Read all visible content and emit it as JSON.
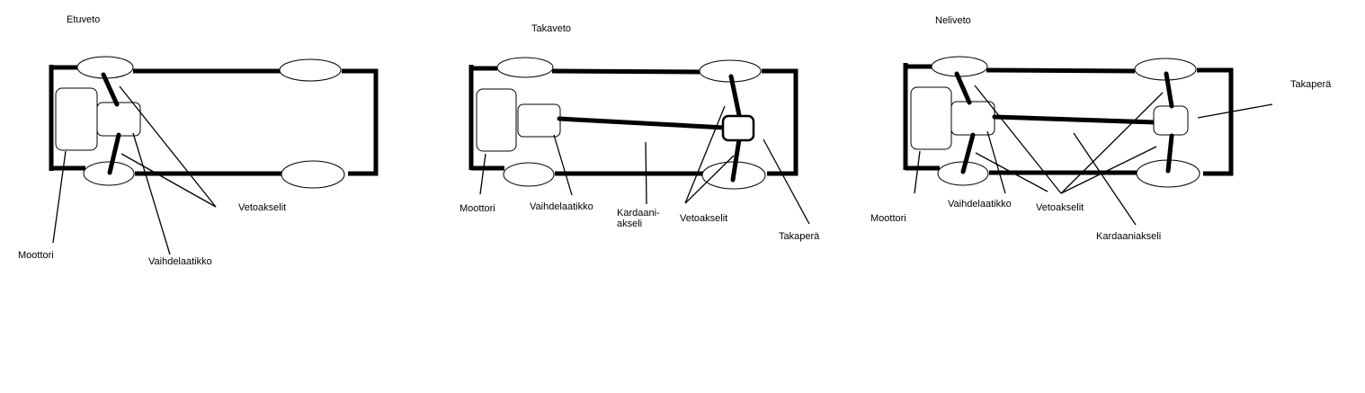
{
  "diagrams": [
    {
      "title": "Etuveto",
      "labels": {
        "engine": "Moottori",
        "gearbox": "Vaihdelaatikko",
        "drive_shafts": "Vetoakselit"
      }
    },
    {
      "title": "Takaveto",
      "labels": {
        "engine": "Moottori",
        "gearbox": "Vaihdelaatikko",
        "propshaft_line1": "Kardaani-",
        "propshaft_line2": "akseli",
        "drive_shafts": "Vetoakselit",
        "differential": "Takaperä"
      }
    },
    {
      "title": "Neliveto",
      "labels": {
        "engine": "Moottori",
        "gearbox": "Vaihdelaatikko",
        "drive_shafts": "Vetoakselit",
        "propshaft": "Kardaaniakseli",
        "differential": "Takaperä"
      }
    }
  ]
}
